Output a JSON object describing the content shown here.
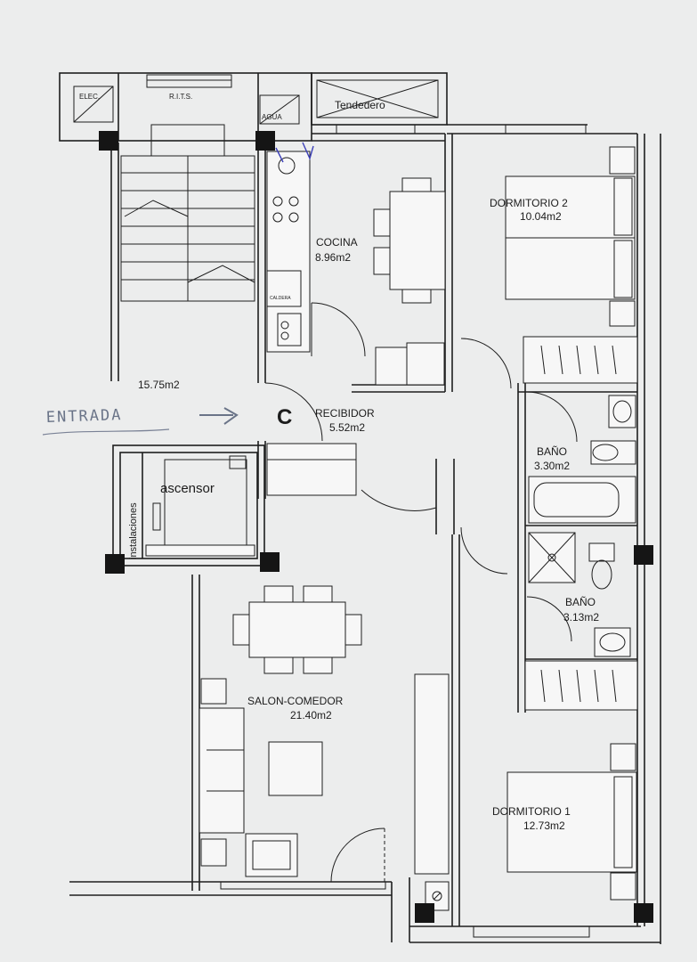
{
  "rooms": {
    "elec": "ELEC.",
    "rits": "R.I.T.S.",
    "agua": "AGUA",
    "tendedero": "Tendedero",
    "stair_area": "15.75m2",
    "cocina_name": "COCINA",
    "cocina_area": "8.96m2",
    "caldera": "CALDERA",
    "dorm2_name": "DORMITORIO 2",
    "dorm2_area": "10.04m2",
    "recibidor_name": "RECIBIDOR",
    "recibidor_area": "5.52m2",
    "bano1_name": "BAÑO",
    "bano1_area": "3.30m2",
    "ascensor": "ascensor",
    "instalaciones": "instalaciones",
    "bano2_name": "BAÑO",
    "bano2_area": "3.13m2",
    "salon_name": "SALON-COMEDOR",
    "salon_area": "21.40m2",
    "dorm1_name": "DORMITORIO 1",
    "dorm1_area": "12.73m2"
  },
  "annotations": {
    "entrada": "ENTRADA",
    "entry_letter": "C"
  },
  "colors": {
    "paper": "#eceded",
    "lines": "#1e1e1e",
    "pencil": "#6a7488"
  }
}
